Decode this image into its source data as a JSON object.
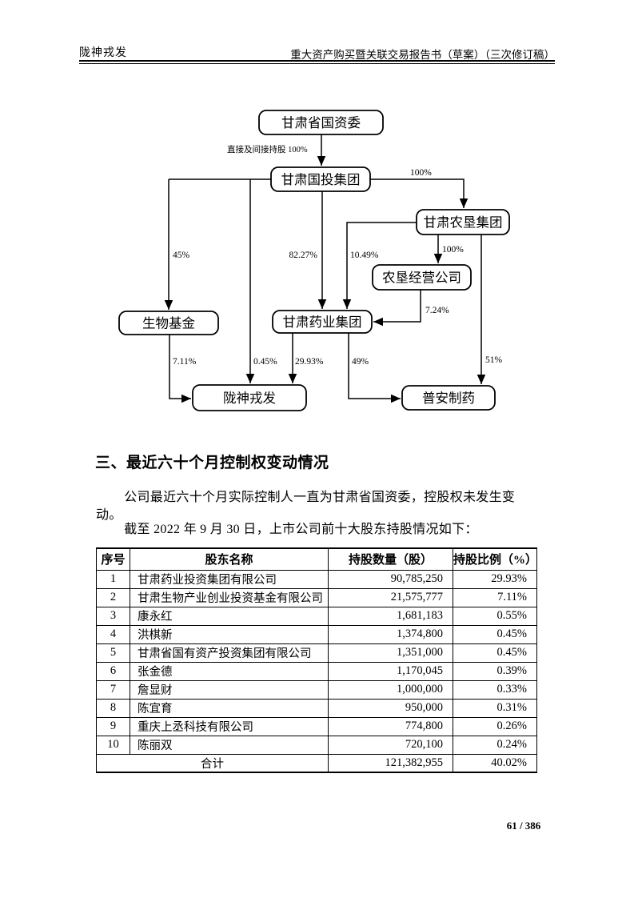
{
  "header": {
    "left": "陇神戎发",
    "right": "重大资产购买暨关联交易报告书（草案）（三次修订稿）"
  },
  "chart": {
    "nodes": {
      "gszgzw": "甘肃省国资委",
      "gsgt": "甘肃国投集团",
      "gsnk": "甘肃农垦集团",
      "nkjy": "农垦经营公司",
      "swjj": "生物基金",
      "gsyy": "甘肃药业集团",
      "lssf": "陇神戎发",
      "pazy": "普安制药"
    },
    "labels": {
      "direct": "直接及间接持股 100%",
      "nk100": "100%",
      "p45": "45%",
      "p8227": "82.27%",
      "p1049": "10.49%",
      "jy100": "100%",
      "p724": "7.24%",
      "p711": "7.11%",
      "p045": "0.45%",
      "p2993": "29.93%",
      "p49": "49%",
      "p51": "51%"
    }
  },
  "section": {
    "heading": "三、最近六十个月控制权变动情况",
    "para1": "公司最近六十个月实际控制人一直为甘肃省国资委，控股权未发生变动。",
    "para2": "截至 2022 年 9 月 30 日，上市公司前十大股东持股情况如下："
  },
  "table": {
    "headers": [
      "序号",
      "股东名称",
      "持股数量（股）",
      "持股比例（%）"
    ],
    "rows": [
      [
        "1",
        "甘肃药业投资集团有限公司",
        "90,785,250",
        "29.93%"
      ],
      [
        "2",
        "甘肃生物产业创业投资基金有限公司",
        "21,575,777",
        "7.11%"
      ],
      [
        "3",
        "康永红",
        "1,681,183",
        "0.55%"
      ],
      [
        "4",
        "洪棋新",
        "1,374,800",
        "0.45%"
      ],
      [
        "5",
        "甘肃省国有资产投资集团有限公司",
        "1,351,000",
        "0.45%"
      ],
      [
        "6",
        "张金德",
        "1,170,045",
        "0.39%"
      ],
      [
        "7",
        "詹显财",
        "1,000,000",
        "0.33%"
      ],
      [
        "8",
        "陈宜育",
        "950,000",
        "0.31%"
      ],
      [
        "9",
        "重庆上丞科技有限公司",
        "774,800",
        "0.26%"
      ],
      [
        "10",
        "陈丽双",
        "720,100",
        "0.24%"
      ]
    ],
    "total": {
      "label": "合计",
      "shares": "121,382,955",
      "pct": "40.02%"
    }
  },
  "footer": {
    "page": "61 / 386"
  }
}
